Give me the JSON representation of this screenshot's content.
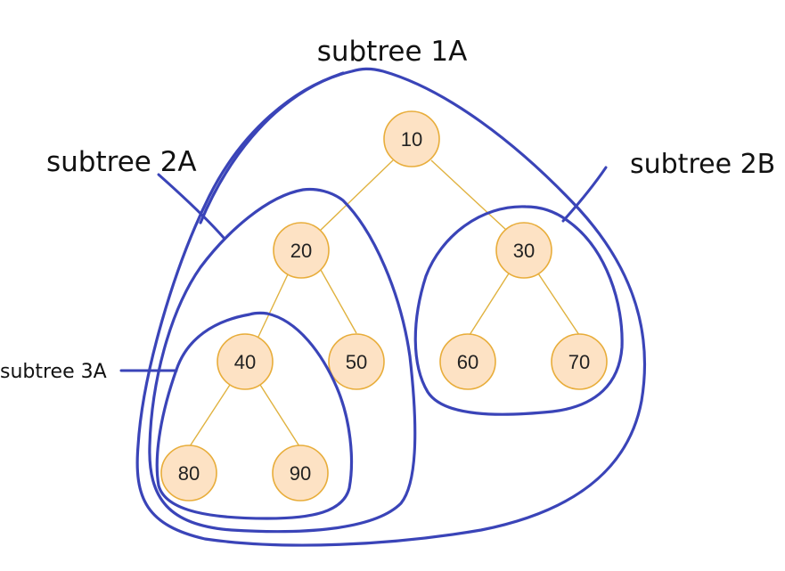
{
  "colors": {
    "node_fill": "#fde2c4",
    "node_stroke": "#e8ad3a",
    "edge": "#e0b23f",
    "outline": "#3a44b8"
  },
  "nodes": [
    {
      "id": "n10",
      "label": "10"
    },
    {
      "id": "n20",
      "label": "20"
    },
    {
      "id": "n30",
      "label": "30"
    },
    {
      "id": "n40",
      "label": "40"
    },
    {
      "id": "n50",
      "label": "50"
    },
    {
      "id": "n60",
      "label": "60"
    },
    {
      "id": "n70",
      "label": "70"
    },
    {
      "id": "n80",
      "label": "80"
    },
    {
      "id": "n90",
      "label": "90"
    }
  ],
  "edges": [
    {
      "from": "10",
      "to": "20"
    },
    {
      "from": "10",
      "to": "30"
    },
    {
      "from": "20",
      "to": "40"
    },
    {
      "from": "20",
      "to": "50"
    },
    {
      "from": "30",
      "to": "60"
    },
    {
      "from": "30",
      "to": "70"
    },
    {
      "from": "40",
      "to": "80"
    },
    {
      "from": "40",
      "to": "90"
    }
  ],
  "subtrees": {
    "s1a": "subtree 1A",
    "s2a": "subtree 2A",
    "s2b": "subtree 2B",
    "s3a": "subtree 3A"
  }
}
